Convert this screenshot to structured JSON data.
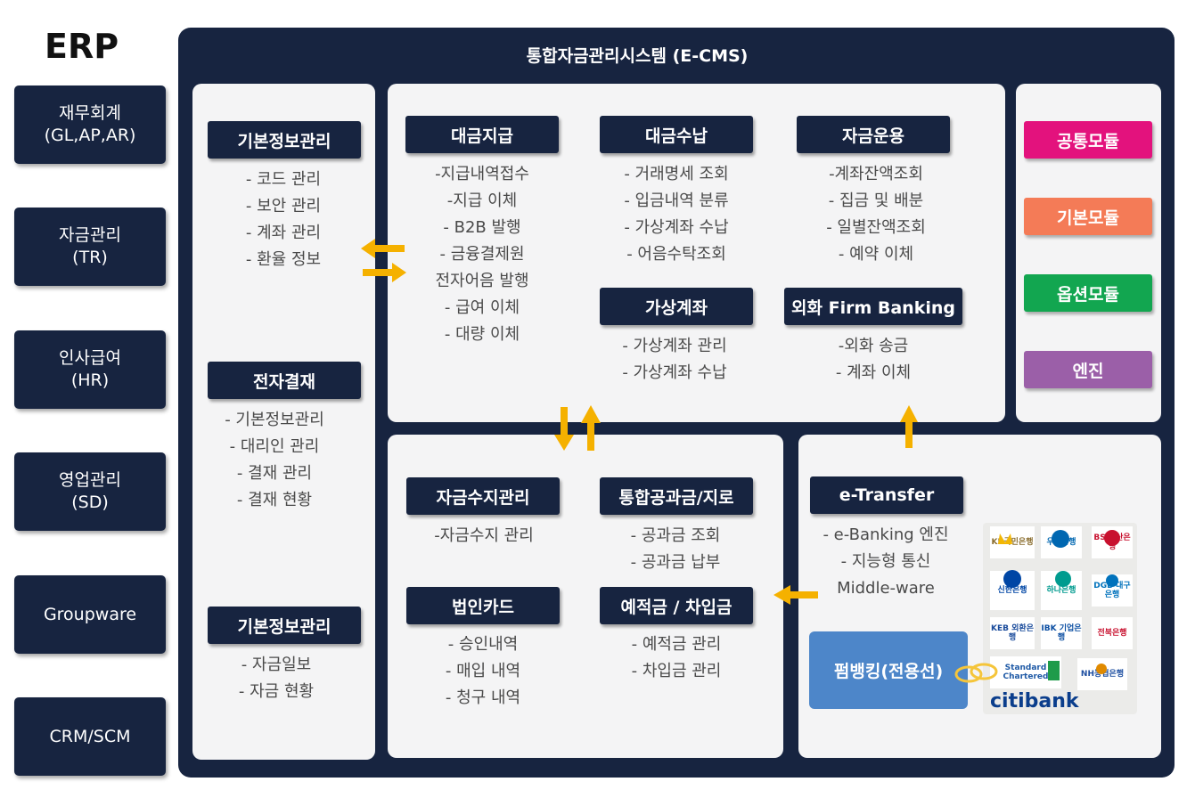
{
  "erp": {
    "title": "ERP",
    "modules": [
      {
        "line1": "재무회계",
        "line2": "(GL,AP,AR)"
      },
      {
        "line1": "자금관리",
        "line2": "(TR)"
      },
      {
        "line1": "인사급여",
        "line2": "(HR)"
      },
      {
        "line1": "영업관리",
        "line2": "(SD)"
      },
      {
        "line1": "Groupware",
        "line2": ""
      },
      {
        "line1": "CRM/SCM",
        "line2": ""
      }
    ]
  },
  "ecms": {
    "title": "통합자금관리시스템 (E-CMS)",
    "left_panel": [
      {
        "header": "기본정보관리",
        "items": [
          "- 코드 관리",
          "- 보안 관리",
          "- 계좌 관리",
          "- 환율 정보"
        ]
      },
      {
        "header": "전자결재",
        "items": [
          "- 기본정보관리",
          "- 대리인 관리",
          "- 결재 관리",
          "- 결재 현황"
        ]
      },
      {
        "header": "기본정보관리",
        "items": [
          "- 자금일보",
          "- 자금 현황"
        ]
      }
    ],
    "top_panel": {
      "payment": {
        "header": "대금지급",
        "items": [
          "-지급내역접수",
          "-지급 이체",
          "- B2B 발행",
          "- 금융결제원",
          "전자어음 발행",
          "- 급여 이체",
          "- 대량 이체"
        ]
      },
      "collection": {
        "header": "대금수납",
        "items": [
          "- 거래명세 조회",
          "- 입금내역 분류",
          "- 가상계좌 수납",
          "- 어음수탁조회"
        ]
      },
      "operation": {
        "header": "자금운용",
        "items": [
          "-계좌잔액조회",
          "- 집금 및 배분",
          "- 일별잔액조회",
          "- 예약 이체"
        ]
      },
      "virtual": {
        "header": "가상계좌",
        "items": [
          "- 가상계좌 관리",
          "- 가상계좌 수납"
        ]
      },
      "fx": {
        "header": "외화 Firm Banking",
        "items": [
          "-외화 송금",
          "- 계좌 이체"
        ]
      }
    },
    "bottom_panel": {
      "cashflow": {
        "header": "자금수지관리",
        "items": [
          "-자금수지 관리"
        ]
      },
      "tax": {
        "header": "통합공과금/지로",
        "items": [
          "- 공과금 조회",
          "- 공과금 납부"
        ]
      },
      "card": {
        "header": "법인카드",
        "items": [
          "- 승인내역",
          "- 매입 내역",
          "- 청구 내역"
        ]
      },
      "deposit": {
        "header": "예적금 / 차입금",
        "items": [
          "- 예적금 관리",
          "- 차입금 관리"
        ]
      }
    },
    "modules": [
      "공통모듈",
      "기본모듈",
      "옵션모듈",
      "엔진"
    ],
    "module_colors": [
      "#e3127d",
      "#f47b57",
      "#12a650",
      "#9b5fa8"
    ],
    "etransfer": {
      "header": "e-Transfer",
      "items": [
        "- e-Banking 엔진",
        "- 지능형 통신",
        "Middle-ware"
      ]
    },
    "firm_banking": "펌뱅킹(전용선)",
    "banks": [
      "KB국민은행",
      "우리은행",
      "BS 부산은행",
      "신한은행",
      "하나은행",
      "DGB 대구은행",
      "KEB 외환은행",
      "IBK 기업은행",
      "전북은행",
      "Standard Chartered",
      "NH농협은행",
      "citibank"
    ]
  }
}
